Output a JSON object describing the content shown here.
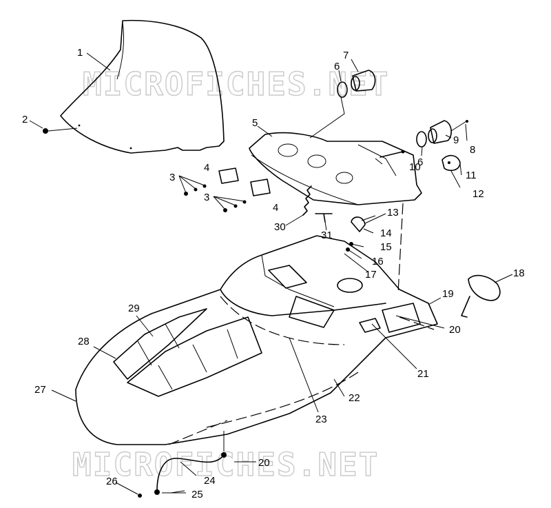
{
  "watermarks": [
    "MICROFICHES.NET",
    "MICROFICHES.NET"
  ],
  "callouts": [
    "1",
    "2",
    "3",
    "3",
    "4",
    "4",
    "5",
    "6",
    "6",
    "7",
    "8",
    "9",
    "10",
    "11",
    "12",
    "13",
    "14",
    "15",
    "16",
    "17",
    "18",
    "19",
    "20",
    "20",
    "21",
    "22",
    "23",
    "24",
    "25",
    "26",
    "27",
    "28",
    "29",
    "30",
    "31"
  ],
  "colors": {
    "line": "#000000",
    "background": "#ffffff",
    "watermark": "#c9c9c9"
  }
}
